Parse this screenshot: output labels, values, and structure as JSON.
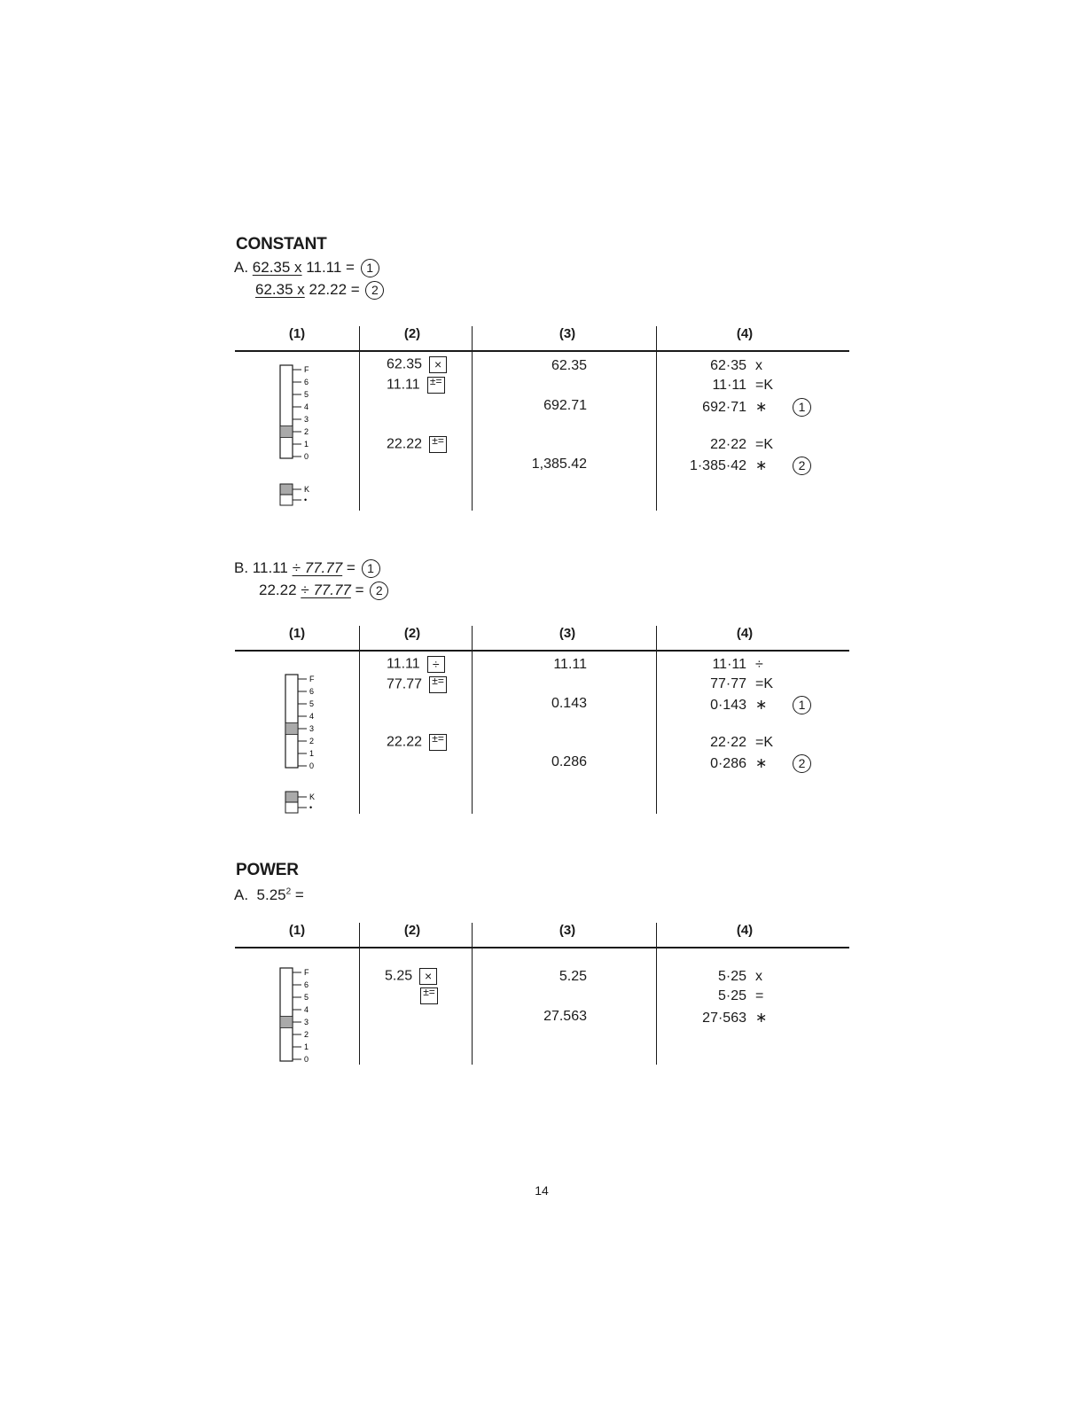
{
  "constant": {
    "title": "CONSTANT",
    "a": {
      "prefix": "A.",
      "line1": {
        "factor1": "62.35 x",
        "factor2": "11.11 =",
        "marker": "1"
      },
      "line2": {
        "factor1": "62.35 x",
        "factor2": "22.22 =",
        "marker": "2"
      }
    },
    "b": {
      "prefix": "B.",
      "line1": {
        "dividend": "11.11",
        "divisor": "÷ 77.77",
        "eq": "=",
        "marker": "1"
      },
      "line2": {
        "dividend": "22.22",
        "divisor": "÷ 77.77",
        "eq": "=",
        "marker": "2"
      }
    }
  },
  "power": {
    "title": "POWER",
    "a": {
      "prefix": "A.",
      "base": "5.25",
      "exp": "2",
      "eq": "="
    }
  },
  "column_headers": [
    "(1)",
    "(2)",
    "(3)",
    "(4)"
  ],
  "gauge_labels": [
    "F",
    "6",
    "5",
    "4",
    "3",
    "2",
    "1",
    "0"
  ],
  "gauge_k_labels": [
    "K",
    "•"
  ],
  "gauge_settings": {
    "table1": "2",
    "table2": "3",
    "table3": "3"
  },
  "table1": {
    "keys": [
      {
        "value": "62.35",
        "key": "×"
      },
      {
        "value": "11.11",
        "key": "±="
      },
      {
        "value": "22.22",
        "key": "±="
      }
    ],
    "display": [
      "62.35",
      "692.71",
      "1,385.42"
    ],
    "tape": [
      {
        "num": "62·35",
        "sym": "x",
        "marker": ""
      },
      {
        "num": "11·11",
        "sym": "=K",
        "marker": ""
      },
      {
        "num": "692·71",
        "sym": "∗",
        "marker": "1"
      },
      {
        "num": "22·22",
        "sym": "=K",
        "marker": ""
      },
      {
        "num": "1·385·42",
        "sym": "∗",
        "marker": "2"
      }
    ]
  },
  "table2": {
    "keys": [
      {
        "value": "11.11",
        "key": "÷"
      },
      {
        "value": "77.77",
        "key": "±="
      },
      {
        "value": "22.22",
        "key": "±="
      }
    ],
    "display": [
      "11.11",
      "0.143",
      "0.286"
    ],
    "tape": [
      {
        "num": "11·11",
        "sym": "÷",
        "marker": ""
      },
      {
        "num": "77·77",
        "sym": "=K",
        "marker": ""
      },
      {
        "num": "0·143",
        "sym": "∗",
        "marker": "1"
      },
      {
        "num": "22·22",
        "sym": "=K",
        "marker": ""
      },
      {
        "num": "0·286",
        "sym": "∗",
        "marker": "2"
      }
    ]
  },
  "table3": {
    "keys": [
      {
        "value": "5.25",
        "key": "×"
      },
      {
        "value": "",
        "key": "±="
      }
    ],
    "display": [
      "5.25",
      "27.563"
    ],
    "tape": [
      {
        "num": "5·25",
        "sym": "x",
        "marker": ""
      },
      {
        "num": "5·25",
        "sym": "=",
        "marker": ""
      },
      {
        "num": "27·563",
        "sym": "∗",
        "marker": ""
      }
    ]
  },
  "page_number": "14"
}
